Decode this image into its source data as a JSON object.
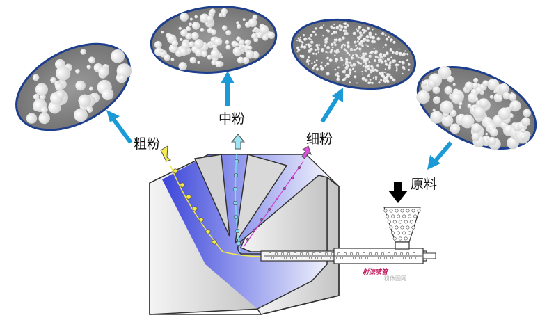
{
  "labels": {
    "coarse": "粗粉",
    "medium": "中粉",
    "fine": "细粉",
    "raw": "原料",
    "nozzle": "射流喷管",
    "watermark": "粉体圈网"
  },
  "colors": {
    "arrow_blue": "#1a9ad6",
    "coarse_stream": "#f4e94a",
    "medium_stream": "#7fd8ee",
    "fine_stream": "#d03fd0",
    "chamber_dark": "#3d46d8",
    "chamber_light": "#e8e8f8",
    "baffle_gray": "#cfcfcf",
    "feed_arrow": "#000000"
  }
}
